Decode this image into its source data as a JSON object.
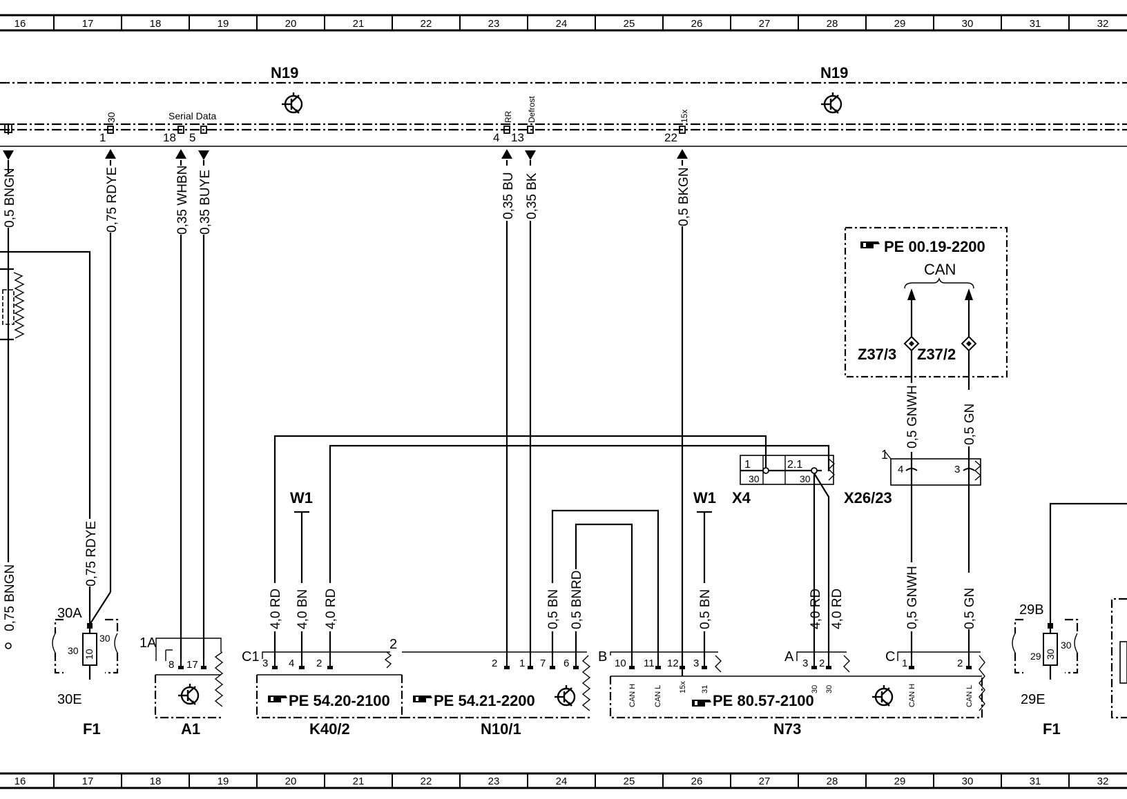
{
  "ruler": {
    "columns": [
      "16",
      "17",
      "18",
      "19",
      "20",
      "21",
      "22",
      "23",
      "24",
      "25",
      "26",
      "27",
      "28",
      "29",
      "30",
      "31",
      "32"
    ]
  },
  "modules": {
    "n19_left": "N19",
    "n19_right": "N19"
  },
  "top_connector": {
    "labels": {
      "p30": "30",
      "serial_data": "Serial Data",
      "rr": "RR",
      "defrost": "Defrost",
      "p15x": "15x"
    },
    "pins": {
      "p1": "1",
      "p18": "18",
      "p5": "5",
      "p4": "4",
      "p13": "13",
      "p22": "22"
    }
  },
  "wires": {
    "w_bngn_top": "0,5 BNGN",
    "w_rdye_top": "0,75 RDYE",
    "w_whbn": "0,35 WHBN",
    "w_buye": "0,35 BUYE",
    "w_bu": "0,35 BU",
    "w_bk": "0,35 BK",
    "w_bkgn": "0,5 BKGN",
    "w_rdye_bot": "0,75 RDYE",
    "w_bngn_bot": "0,75 BNGN",
    "w_k40_rd1": "4,0 RD",
    "w_k40_bn": "4,0 BN",
    "w_k40_rd2": "4,0 RD",
    "w_n10_bn": "0,5 BN",
    "w_n10_bnrd": "0,5 BNRD",
    "w_n73_bn": "0,5 BN",
    "w_n73_rd1": "4,0 RD",
    "w_n73_rd2": "4,0 RD",
    "w_gnwh_top": "0,5 GNWH",
    "w_gn_top": "0,5 GN",
    "w_gnwh_bot": "0,5 GNWH",
    "w_gn_bot": "0,5 GN"
  },
  "ref_box": {
    "ref": "PE 00.19-2200",
    "bus": "CAN",
    "z1": "Z37/3",
    "z2": "Z37/2"
  },
  "ground_labels": {
    "w1_left": "W1",
    "w1_right": "W1"
  },
  "x4": {
    "name": "X4",
    "x26": "X26/23",
    "pin1": "1",
    "pin30a": "30",
    "pin21": "2.1",
    "pin30b": "30"
  },
  "can_conn": {
    "pin1": "1",
    "pin4": "4",
    "pin3": "3"
  },
  "components": {
    "f1_left": {
      "name": "F1",
      "l30a": "30A",
      "l30e": "30E",
      "l30l": "30",
      "l30r": "30",
      "fuse": "10"
    },
    "f1_right": {
      "name": "F1",
      "l29b": "29B",
      "l29e": "29E",
      "l29": "29",
      "l30": "30",
      "fuse": "30"
    },
    "a1": {
      "name": "A1",
      "conn": "1A",
      "pins": [
        "8",
        "17"
      ]
    },
    "k40": {
      "name": "K40/2",
      "conn": "C1",
      "conn2": "2",
      "pins": [
        "3",
        "4",
        "2"
      ],
      "ref": "PE  54.20-2100"
    },
    "n10": {
      "name": "N10/1",
      "pins": [
        "2",
        "1",
        "7",
        "6"
      ],
      "ref": "PE  54.21-2200"
    },
    "n73": {
      "name": "N73",
      "conn_b": "B",
      "conn_a": "A",
      "conn_c": "C",
      "pins_b": [
        "10",
        "11",
        "12",
        "3"
      ],
      "pins_a": [
        "3",
        "2"
      ],
      "pins_c": [
        "1",
        "2"
      ],
      "sub": {
        "can_h": "CAN H",
        "can_l": "CAN L",
        "s15x": "15x",
        "s31": "31",
        "s30a": "30",
        "s30b": "30",
        "can_h2": "CAN H",
        "can_l2": "CAN L"
      },
      "ref": "PE  80.57-2100"
    }
  }
}
